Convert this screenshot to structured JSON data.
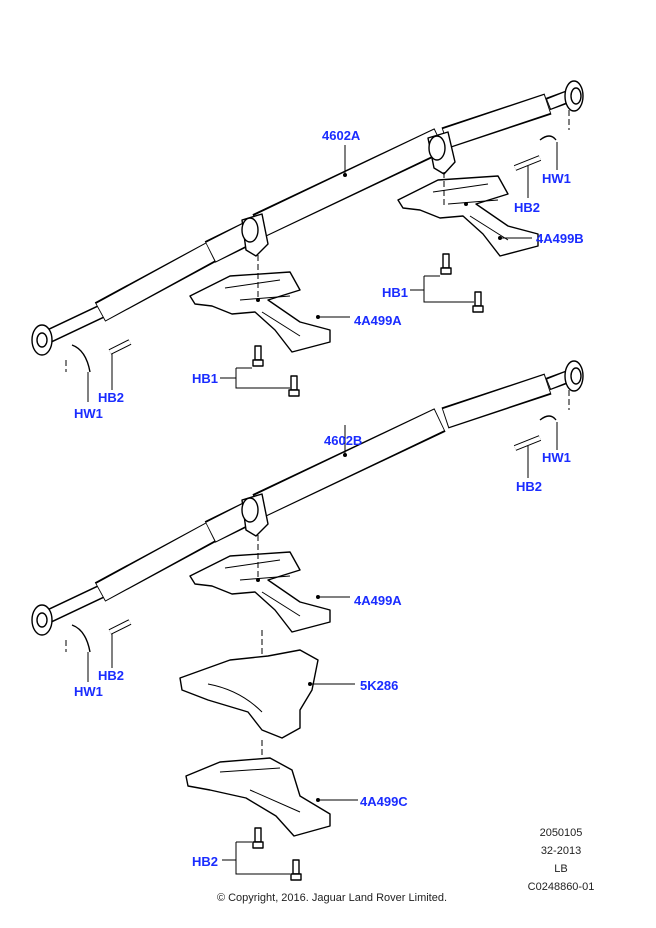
{
  "callouts": {
    "shaft_a": "4602A",
    "shaft_b": "4602B",
    "bracket_a_top": "4A499A",
    "bracket_b": "4A499B",
    "bracket_a_bottom": "4A499A",
    "heat_shield": "5K286",
    "bracket_c": "4A499C",
    "hb1_a": "HB1",
    "hb1_b": "HB1",
    "hb2_top_right": "HB2",
    "hb2_top_left": "HB2",
    "hb2_bottom_right": "HB2",
    "hb2_bottom_left": "HB2",
    "hb2_bracket_c": "HB2",
    "hw1_top_right": "HW1",
    "hw1_top_left": "HW1",
    "hw1_bottom_right": "HW1",
    "hw1_bottom_left": "HW1"
  },
  "footer": {
    "code1": "2050105",
    "code2": "32-2013",
    "code3": "LB",
    "code4": "C0248860-01",
    "copyright": "© Copyright, 2016. Jaguar Land Rover Limited."
  },
  "colors": {
    "callout": "#1a2cff"
  }
}
